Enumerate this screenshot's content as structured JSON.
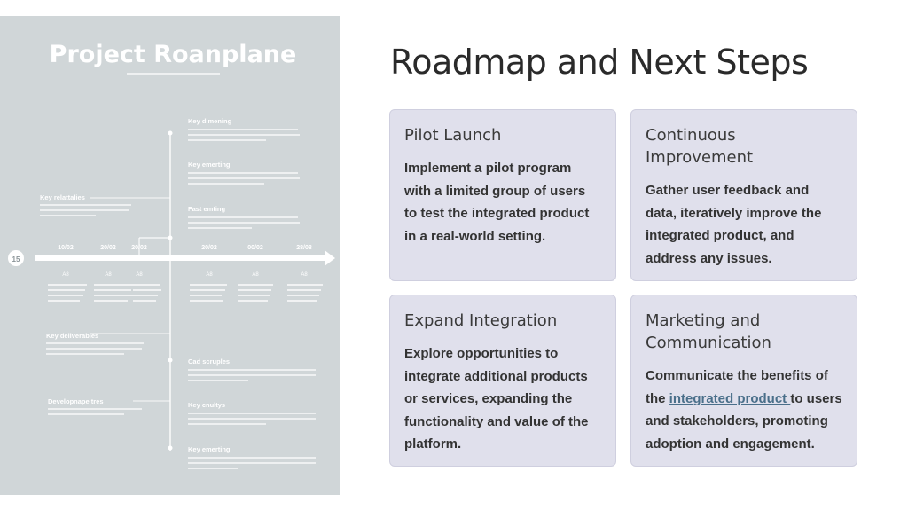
{
  "slide": {
    "title": "Roadmap and Next Steps"
  },
  "image": {
    "title": "Project Roanplane",
    "start_badge": "15",
    "dates": [
      "10/02",
      "20/02",
      "20/02",
      "20/02",
      "00/02",
      "28/08"
    ],
    "markers": [
      "A8",
      "A8",
      "A8",
      "A8",
      "A8",
      "A8"
    ],
    "headings": {
      "key_dimensions": "Key dimening",
      "key_amending_1": "Key emerting",
      "fast_emerging": "Fast emting",
      "key_relations": "Key relattalies",
      "key_deliverable": "Key deliverables",
      "developer_tips": "Developnape tres",
      "card_scripts": "Cad scruples",
      "key_crafts": "Key cnultys",
      "key_amending_2": "Key emerting"
    }
  },
  "cards": [
    {
      "title": "Pilot Launch",
      "body": "Implement a pilot program with a limited group of users to test the integrated product in a real-world setting."
    },
    {
      "title": "Continuous Improvement",
      "body": "Gather user feedback and data, iteratively improve the integrated product, and address any issues."
    },
    {
      "title": "Expand Integration",
      "body": "Explore opportunities to integrate additional products or services, expanding the functionality and value of the platform."
    },
    {
      "title": "Marketing and Communication",
      "body_before": "Communicate the benefits of the ",
      "link": "integrated product ",
      "body_after": "to users and stakeholders, promoting adoption and engagement."
    }
  ],
  "colors": {
    "card_bg": "#e0e0ec",
    "image_bg": "#d0d6d8",
    "link": "#4a6f8a",
    "title": "#2a2a2a"
  }
}
